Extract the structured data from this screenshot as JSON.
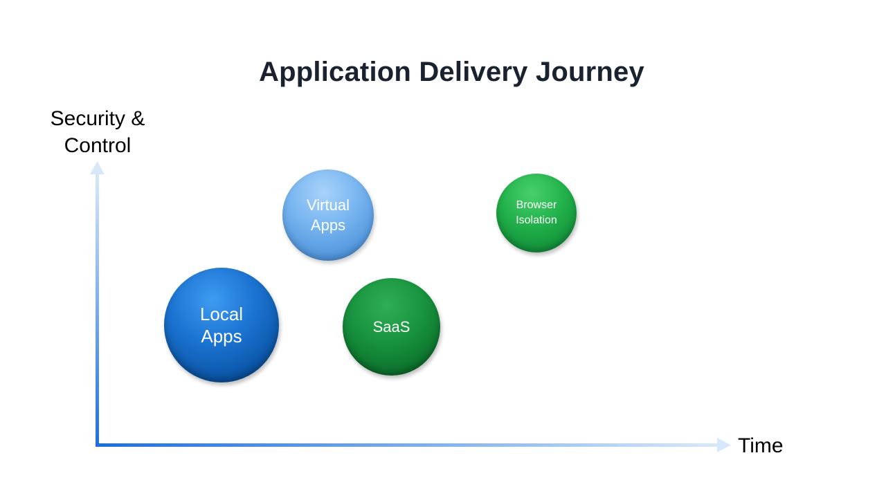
{
  "title": "Application Delivery Journey",
  "axes": {
    "y_label_line1": "Security &",
    "y_label_line2": "Control",
    "x_label": "Time"
  },
  "bubbles": {
    "local_apps": {
      "line1": "Local",
      "line2": "Apps",
      "color": "#1c74d2"
    },
    "virtual_apps": {
      "line1": "Virtual",
      "line2": "Apps",
      "color": "#79b6f0"
    },
    "saas": {
      "label": "SaaS",
      "color": "#17913d"
    },
    "browser_isolation": {
      "line1": "Browser",
      "line2": "Isolation",
      "color": "#21b04a"
    }
  },
  "colors": {
    "title": "#1a2230",
    "axis_start": "#1a6fdc",
    "axis_end": "#d8e8fa"
  }
}
